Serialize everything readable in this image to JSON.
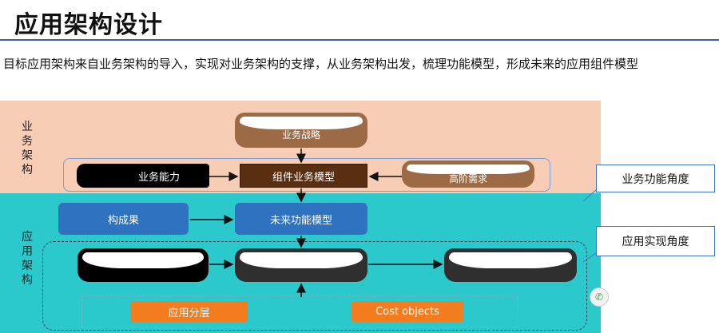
{
  "title": "应用架构设计",
  "intro": "目标应用架构来自业务架构的导入，实现对业务架构的支撑，从业务架构出发，梳理功能模型，形成未来的应用组件模型",
  "side_labels": {
    "business": "业\n务\n架\n构",
    "application": "应\n用\n架\n构"
  },
  "boxes": {
    "strategy": "业务战略",
    "capability": "业务能力",
    "component_model": "组件业务模型",
    "high_level_needs": "高阶需求",
    "outcome": "构成果",
    "future_model": "未来功能模型",
    "app_layer": "应用分层",
    "cost_objects": "Cost objects"
  },
  "callouts": {
    "business_view": "业务功能角度",
    "app_view": "应用实现角度"
  },
  "colors": {
    "business_band": "#f8cdb6",
    "app_band": "#2bc9cc",
    "brown": "#9c6b46",
    "dark_brown": "#5a2e10",
    "blue": "#2f72bf",
    "orange": "#f37c1e",
    "black": "#000000",
    "dark_gray": "#2f2f2f"
  },
  "icons": [
    "wechat-icon"
  ]
}
